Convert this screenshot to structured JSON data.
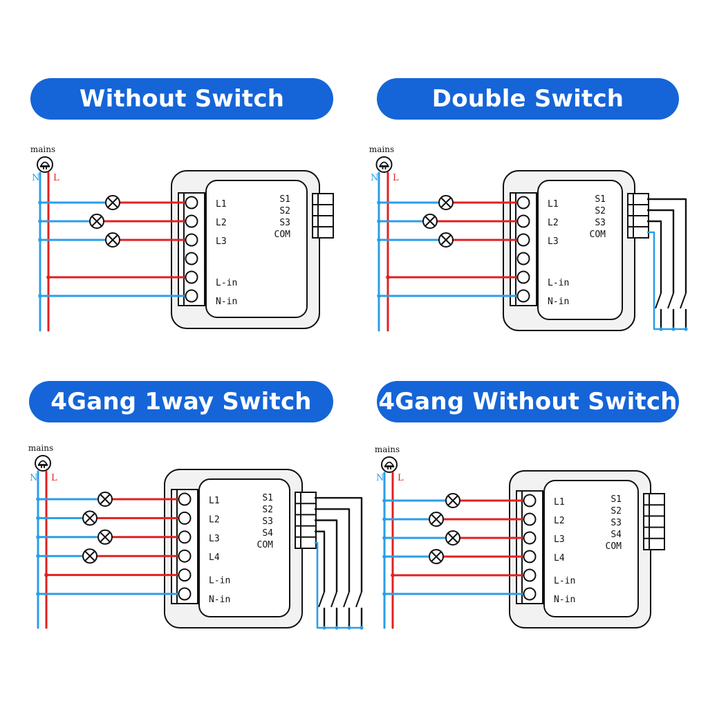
{
  "panels": [
    {
      "title": "Without Switch",
      "kind": "no-switch",
      "loads": 3
    },
    {
      "title": "Double Switch",
      "kind": "switch",
      "loads": 3
    },
    {
      "title": "4Gang 1way Switch",
      "kind": "switch",
      "loads": 4
    },
    {
      "title": "4Gang Without Switch",
      "kind": "no-switch",
      "loads": 4
    }
  ],
  "labels": {
    "mains": "mains",
    "neutral": "N",
    "live": "L",
    "l_in": "L-in",
    "n_in": "N-in",
    "com": "COM",
    "outputs": [
      "L1",
      "L2",
      "L3",
      "L4"
    ],
    "switch_inputs": [
      "S1",
      "S2",
      "S3",
      "S4"
    ]
  },
  "colors": {
    "banner": "#1565d8",
    "banner_text": "#ffffff",
    "neutral_wire": "#2a9ee8",
    "live_wire": "#e02020",
    "switch_wire": "#111111"
  }
}
